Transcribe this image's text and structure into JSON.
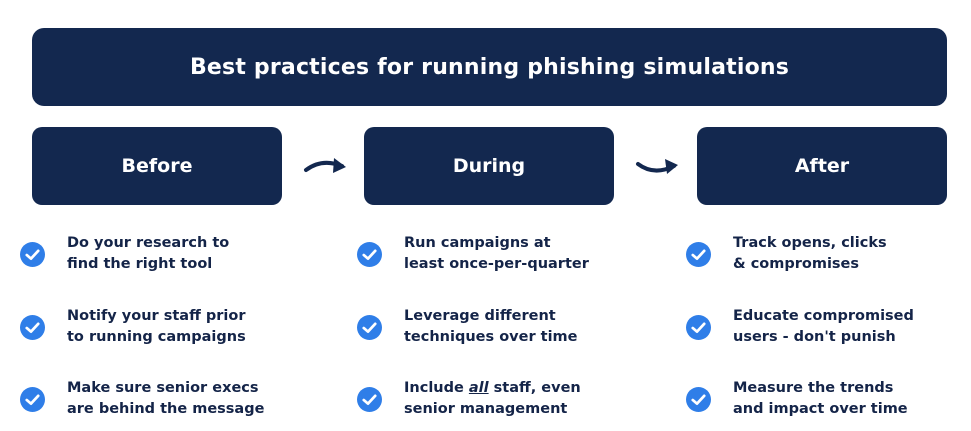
{
  "title": "Best practices for running phishing simulations",
  "colors": {
    "box_fill": "#13284f",
    "box_text": "#ffffff",
    "check_fill": "#2f7ee8",
    "body_text": "#142448"
  },
  "icons": {
    "flow_arrow": "curved-arrow-right",
    "check": "check-circle"
  },
  "phases": [
    {
      "label": "Before",
      "items": [
        {
          "line1": "Do your research to",
          "line2": "find the right tool"
        },
        {
          "line1": "Notify your staff prior",
          "line2": "to running campaigns"
        },
        {
          "line1": "Make sure senior execs",
          "line2": "are behind the message"
        }
      ]
    },
    {
      "label": "During",
      "items": [
        {
          "line1": "Run campaigns at",
          "line2": "least once-per-quarter"
        },
        {
          "line1": "Leverage different",
          "line2": "techniques over time"
        },
        {
          "line1_pre": "Include ",
          "line1_emph": "all",
          "line1_post": " staff, even",
          "line2": "senior management"
        }
      ]
    },
    {
      "label": "After",
      "items": [
        {
          "line1": "Track opens, clicks",
          "line2": "& compromises"
        },
        {
          "line1": "Educate compromised",
          "line2": "users - don't punish"
        },
        {
          "line1": "Measure the trends",
          "line2": "and impact over time"
        }
      ]
    }
  ]
}
